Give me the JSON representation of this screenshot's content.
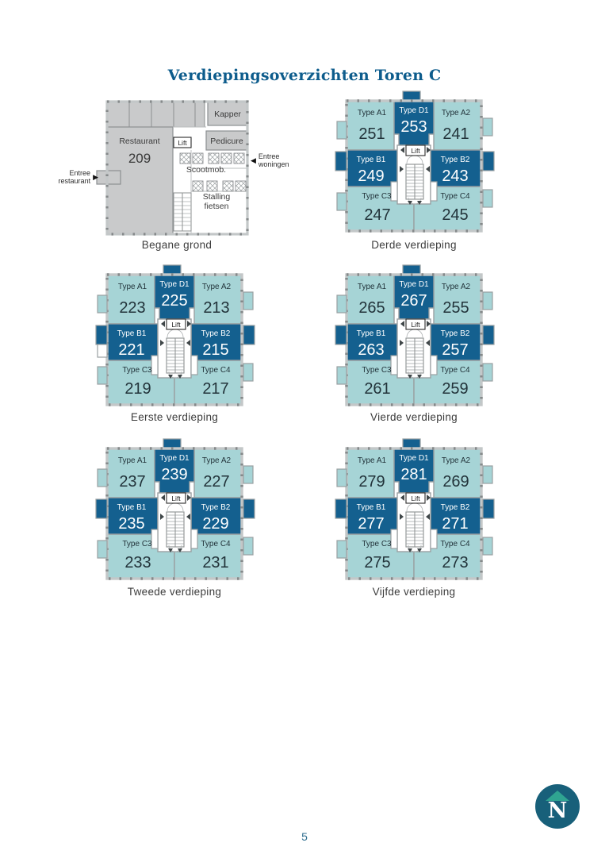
{
  "page": {
    "title": "Verdiepingsoverzichten Toren C",
    "page_number": "5"
  },
  "colors": {
    "unit_light": "#a6d4d6",
    "unit_dark": "#14608f",
    "wall": "#9aa0a2",
    "wall_tick": "#85898a",
    "wall_band": "#c3c7c8",
    "ground_gray": "#c9cacb",
    "title_text": "#0d5c8c",
    "logo_circle": "#18607a",
    "logo_arrow": "#2fa491"
  },
  "ground_floor": {
    "caption": "Begane grond",
    "restaurant_label": "Restaurant",
    "restaurant_number": "209",
    "kapper_label": "Kapper",
    "pedicure_label": "Pedicure",
    "lift_label": "Lift",
    "scootmob_label": "Scootmob.",
    "stalling_line1": "Stalling",
    "stalling_line2": "fietsen",
    "entree_restaurant_line1": "Entree",
    "entree_restaurant_line2": "restaurant",
    "entree_woningen_line1": "Entree",
    "entree_woningen_line2": "woningen"
  },
  "floors": [
    {
      "caption": "Derde verdieping",
      "lift_label": "Lift",
      "left_annex": false,
      "units": [
        {
          "type": "Type A1",
          "number": "251"
        },
        {
          "type": "Type D1",
          "number": "253"
        },
        {
          "type": "Type A2",
          "number": "241"
        },
        {
          "type": "Type B1",
          "number": "249"
        },
        {
          "type": "Type B2",
          "number": "243"
        },
        {
          "type": "Type C3",
          "number": "247"
        },
        {
          "type": "Type C4",
          "number": "245"
        }
      ]
    },
    {
      "caption": "Eerste verdieping",
      "lift_label": "Lift",
      "left_annex": true,
      "units": [
        {
          "type": "Type A1",
          "number": "223"
        },
        {
          "type": "Type D1",
          "number": "225"
        },
        {
          "type": "Type A2",
          "number": "213"
        },
        {
          "type": "Type B1",
          "number": "221"
        },
        {
          "type": "Type B2",
          "number": "215"
        },
        {
          "type": "Type C3",
          "number": "219"
        },
        {
          "type": "Type C4",
          "number": "217"
        }
      ]
    },
    {
      "caption": "Vierde verdieping",
      "lift_label": "Lift",
      "left_annex": false,
      "units": [
        {
          "type": "Type A1",
          "number": "265"
        },
        {
          "type": "Type D1",
          "number": "267"
        },
        {
          "type": "Type A2",
          "number": "255"
        },
        {
          "type": "Type B1",
          "number": "263"
        },
        {
          "type": "Type B2",
          "number": "257"
        },
        {
          "type": "Type C3",
          "number": "261"
        },
        {
          "type": "Type C4",
          "number": "259"
        }
      ]
    },
    {
      "caption": "Tweede verdieping",
      "lift_label": "Lift",
      "left_annex": false,
      "units": [
        {
          "type": "Type A1",
          "number": "237"
        },
        {
          "type": "Type D1",
          "number": "239"
        },
        {
          "type": "Type A2",
          "number": "227"
        },
        {
          "type": "Type B1",
          "number": "235"
        },
        {
          "type": "Type B2",
          "number": "229"
        },
        {
          "type": "Type C3",
          "number": "233"
        },
        {
          "type": "Type C4",
          "number": "231"
        }
      ]
    },
    {
      "caption": "Vijfde verdieping",
      "lift_label": "Lift",
      "left_annex": false,
      "units": [
        {
          "type": "Type A1",
          "number": "279"
        },
        {
          "type": "Type D1",
          "number": "281"
        },
        {
          "type": "Type A2",
          "number": "269"
        },
        {
          "type": "Type B1",
          "number": "277"
        },
        {
          "type": "Type B2",
          "number": "271"
        },
        {
          "type": "Type C3",
          "number": "275"
        },
        {
          "type": "Type C4",
          "number": "273"
        }
      ]
    }
  ],
  "logo": {
    "letter": "N"
  }
}
